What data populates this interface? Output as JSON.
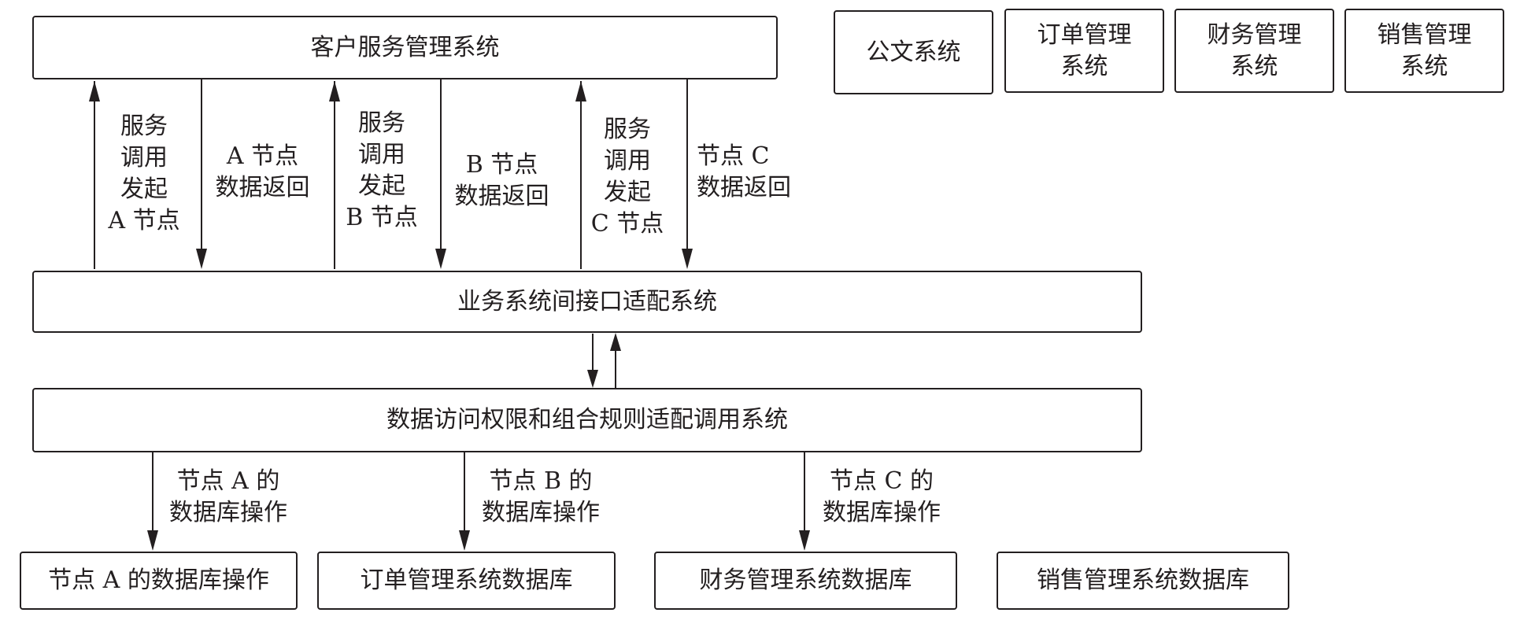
{
  "boxes": {
    "customer_service": "客户服务管理系统",
    "document_system": "公文系统",
    "order_system": "订单管理\n系统",
    "finance_system": "财务管理\n系统",
    "sales_system": "销售管理\n系统",
    "interface_adapter": "业务系统间接口适配系统",
    "data_access": "数据访问权限和组合规则适配调用系统",
    "node_a_db": "节点 A 的数据库操作",
    "order_db": "订单管理系统数据库",
    "finance_db": "财务管理系统数据库",
    "sales_db": "销售管理系统数据库"
  },
  "labels": {
    "call_a": "服务\n调用\n发起\nA 节点",
    "return_a": "A 节点\n数据返回",
    "call_b": "服务\n调用\n发起\nB 节点",
    "return_b": "B 节点\n数据返回",
    "call_c": "服务\n调用\n发起\nC 节点",
    "return_c": "节点 C\n数据返回",
    "db_op_a": "节点 A 的\n数据库操作",
    "db_op_b": "节点 B 的\n数据库操作",
    "db_op_c": "节点 C 的\n数据库操作"
  }
}
